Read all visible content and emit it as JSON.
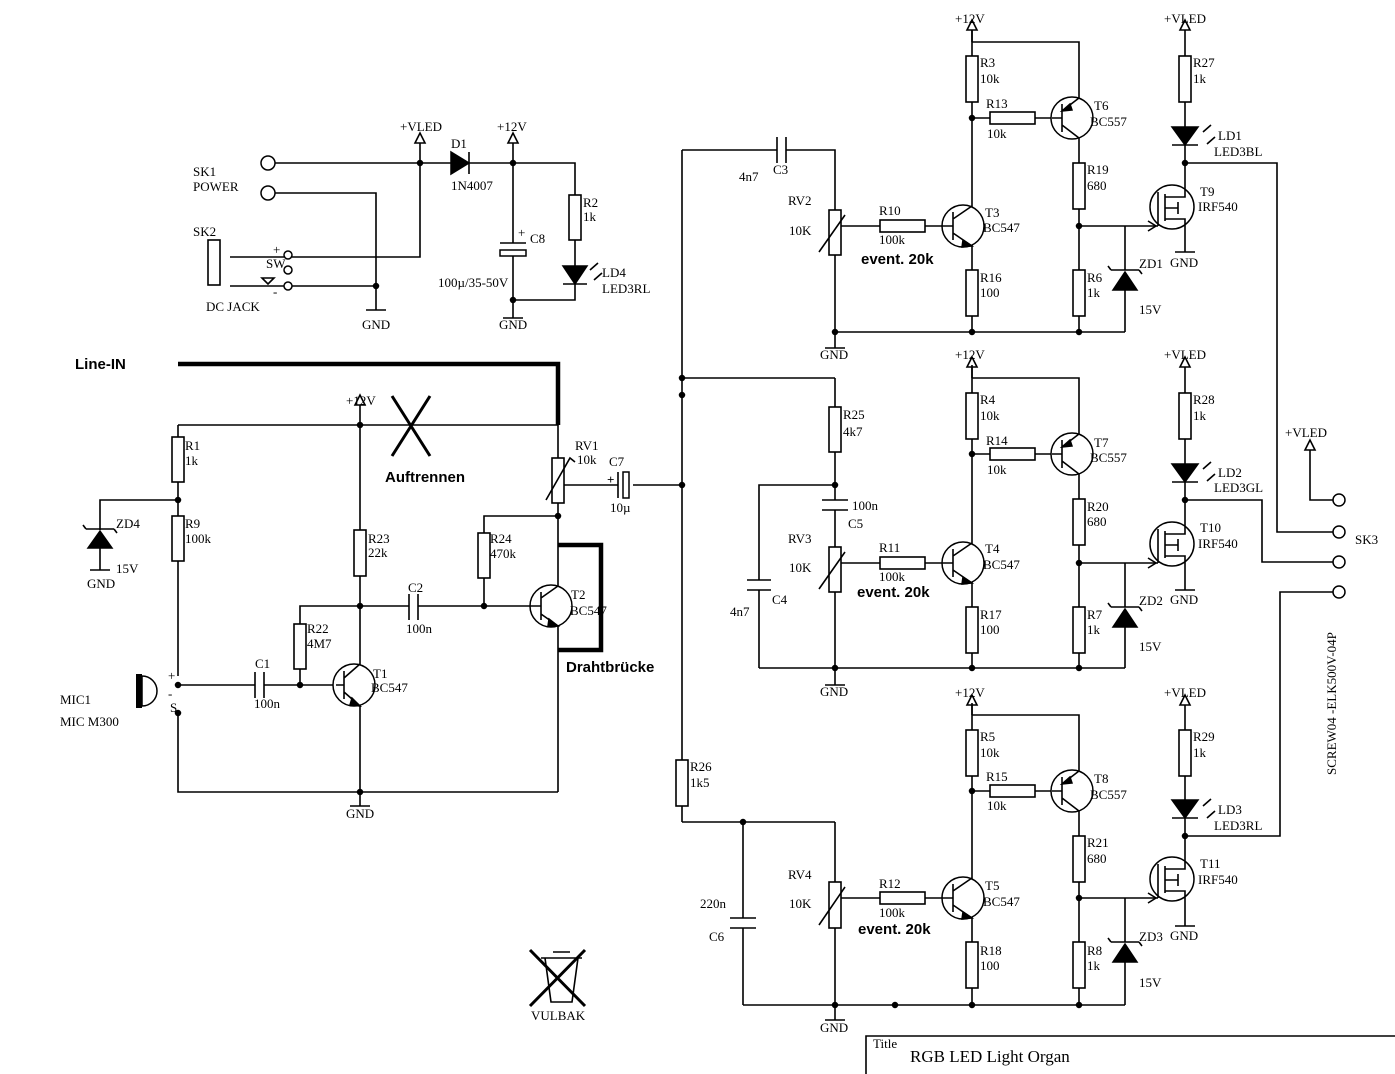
{
  "diagram": {
    "title_label": "Title",
    "title": "RGB LED Light Organ",
    "notes": {
      "line_in": "Line-IN",
      "cut": "Auftrennen",
      "bridge": "Drahtbrücke",
      "event": "event. 20k"
    },
    "power": {
      "sk1": "SK1",
      "power": "POWER",
      "sk2": "SK2",
      "dc_jack": "DC JACK",
      "plus": "+",
      "sw": "SW",
      "minus": "-",
      "vled": "+VLED",
      "v12": "+12V",
      "gnd": "GND",
      "d1": "D1",
      "d1_val": "1N4007",
      "c8": "C8",
      "c8_val": "100µ/35-50V",
      "r2": "R2",
      "r2_val": "1k",
      "ld4": "LD4",
      "ld4_val": "LED3RL"
    },
    "preamp": {
      "r1": "R1",
      "r1_val": "1k",
      "r9": "R9",
      "r9_val": "100k",
      "zd4": "ZD4",
      "zd4_val": "15V",
      "mic1": "MIC1",
      "mic_val": "MIC M300",
      "mic_s": "S",
      "c1": "C1",
      "c1_val": "100n",
      "r22": "R22",
      "r22_val": "4M7",
      "t1": "T1",
      "t1_val": "BC547",
      "r23": "R23",
      "r23_val": "22k",
      "c2": "C2",
      "c2_val": "100n",
      "r24": "R24",
      "r24_val": "470k",
      "t2": "T2",
      "t2_val": "BC547",
      "rv1": "RV1",
      "rv1_val": "10k",
      "c7": "C7",
      "c7_val": "10µ"
    },
    "channel_1": {
      "c3": "C3",
      "c3_val": "4n7",
      "rv2": "RV2",
      "rv2_val": "10K",
      "r10": "R10",
      "r10_val": "100k",
      "t3": "T3",
      "t3_val": "BC547",
      "r16": "R16",
      "r16_val": "100",
      "r3": "R3",
      "r3_val": "10k",
      "r13": "R13",
      "r13_val": "10k",
      "t6": "T6",
      "t6_val": "BC557",
      "r19": "R19",
      "r19_val": "680",
      "r6": "R6",
      "r6_val": "1k",
      "zd1": "ZD1",
      "zd1_val": "15V",
      "r27": "R27",
      "r27_val": "1k",
      "ld1": "LD1",
      "ld1_val": "LED3BL",
      "t9": "T9",
      "t9_val": "IRF540"
    },
    "channel_2": {
      "r25": "R25",
      "r25_val": "4k7",
      "c5": "C5",
      "c5_val": "100n",
      "rv3": "RV3",
      "rv3_val": "10K",
      "c4": "C4",
      "c4_val": "4n7",
      "r11": "R11",
      "r11_val": "100k",
      "t4": "T4",
      "t4_val": "BC547",
      "r17": "R17",
      "r17_val": "100",
      "r4": "R4",
      "r4_val": "10k",
      "r14": "R14",
      "r14_val": "10k",
      "t7": "T7",
      "t7_val": "BC557",
      "r20": "R20",
      "r20_val": "680",
      "r7": "R7",
      "r7_val": "1k",
      "zd2": "ZD2",
      "zd2_val": "15V",
      "r28": "R28",
      "r28_val": "1k",
      "ld2": "LD2",
      "ld2_val": "LED3GL",
      "t10": "T10",
      "t10_val": "IRF540"
    },
    "channel_3": {
      "r26": "R26",
      "r26_val": "1k5",
      "c6": "C6",
      "c6_val": "220n",
      "rv4": "RV4",
      "rv4_val": "10K",
      "r12": "R12",
      "r12_val": "100k",
      "t5": "T5",
      "t5_val": "BC547",
      "r18": "R18",
      "r18_val": "100",
      "r5": "R5",
      "r5_val": "10k",
      "r15": "R15",
      "r15_val": "10k",
      "t8": "T8",
      "t8_val": "BC557",
      "r21": "R21",
      "r21_val": "680",
      "r8": "R8",
      "r8_val": "1k",
      "zd3": "ZD3",
      "zd3_val": "15V",
      "r29": "R29",
      "r29_val": "1k",
      "ld3": "LD3",
      "ld3_val": "LED3RL",
      "t11": "T11",
      "t11_val": "IRF540"
    },
    "output": {
      "sk3": "SK3",
      "sk3_part": "SCREW04 -ELK500V-04P",
      "vled": "+VLED"
    },
    "bin": "VULBAK"
  }
}
